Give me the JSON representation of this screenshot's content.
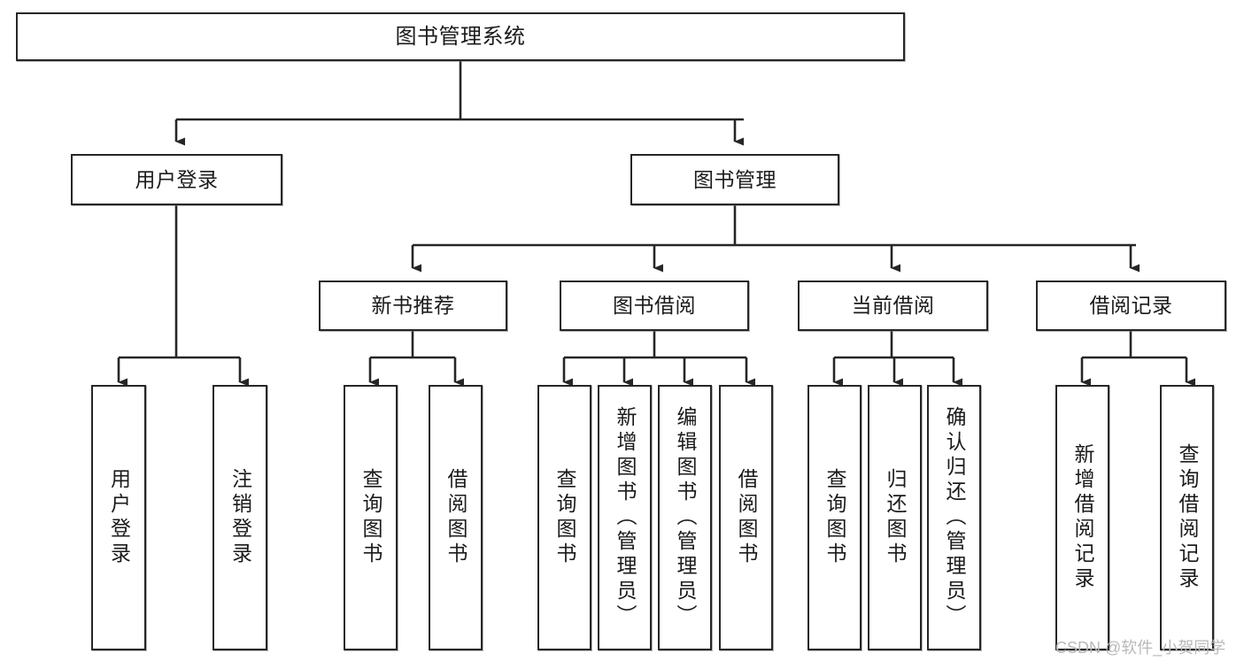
{
  "diagram": {
    "type": "tree-hierarchy",
    "title": "图书管理系统",
    "watermark": "CSDN @软件_小贺同学",
    "colors": {
      "box_border": "#262626",
      "box_fill": "#ffffff",
      "edge": "#262626",
      "text": "#1b1b1b",
      "watermark": "#b9b9b9",
      "background": "#ffffff"
    },
    "nodes": {
      "root": {
        "label": "图书管理系统"
      },
      "level1": [
        {
          "id": "user-login",
          "label": "用户登录"
        },
        {
          "id": "book-manage",
          "label": "图书管理"
        }
      ],
      "level2": [
        {
          "id": "new-book-recommend",
          "label": "新书推荐"
        },
        {
          "id": "book-borrow",
          "label": "图书借阅"
        },
        {
          "id": "current-borrow",
          "label": "当前借阅"
        },
        {
          "id": "borrow-record",
          "label": "借阅记录"
        }
      ],
      "leaves": [
        {
          "id": "leaf-user-login",
          "label": "用户登录",
          "parent": "user-login"
        },
        {
          "id": "leaf-logout-login",
          "label": "注销登录",
          "parent": "user-login"
        },
        {
          "id": "leaf-query-book-1",
          "label": "查询图书",
          "parent": "new-book-recommend"
        },
        {
          "id": "leaf-borrow-book-1",
          "label": "借阅图书",
          "parent": "new-book-recommend"
        },
        {
          "id": "leaf-query-book-2",
          "label": "查询图书",
          "parent": "book-borrow"
        },
        {
          "id": "leaf-add-book",
          "label": "新增图书（管理员）",
          "parent": "book-borrow"
        },
        {
          "id": "leaf-edit-book",
          "label": "编辑图书（管理员）",
          "parent": "book-borrow"
        },
        {
          "id": "leaf-borrow-book-2",
          "label": "借阅图书",
          "parent": "book-borrow"
        },
        {
          "id": "leaf-query-book-3",
          "label": "查询图书",
          "parent": "current-borrow"
        },
        {
          "id": "leaf-return-book",
          "label": "归还图书",
          "parent": "current-borrow"
        },
        {
          "id": "leaf-confirm-return",
          "label": "确认归还（管理员）",
          "parent": "current-borrow"
        },
        {
          "id": "leaf-add-record",
          "label": "新增借阅记录",
          "parent": "borrow-record"
        },
        {
          "id": "leaf-query-record",
          "label": "查询借阅记录",
          "parent": "borrow-record"
        }
      ]
    }
  }
}
